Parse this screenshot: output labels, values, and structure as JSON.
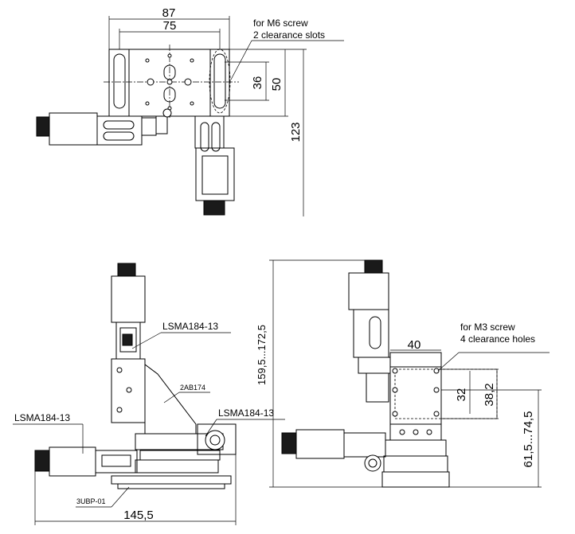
{
  "top_view": {
    "dim_width_outer": "87",
    "dim_width_inner": "75",
    "slot_note_line1": "for M6 screw",
    "slot_note_line2": "2 clearance slots",
    "dim_slot_spacing": "36",
    "dim_depth": "50",
    "dim_total_depth": "123"
  },
  "front_view": {
    "motor_upper_label": "LSMA184-13",
    "bracket_label": "2AB174",
    "motor_lower_left_label": "LSMA184-13",
    "motor_lower_right_label": "LSMA184-13",
    "base_plate_label": "3UBP-01",
    "dim_total_width": "145,5"
  },
  "side_view": {
    "dim_total_height": "159,5...172,5",
    "dim_table_width": "40",
    "hole_note_line1": "for M3 screw",
    "hole_note_line2": "4 clearance holes",
    "dim_hole_spacing": "32",
    "dim_table_height": "38,2",
    "dim_stage_height": "61,5...74,5"
  }
}
